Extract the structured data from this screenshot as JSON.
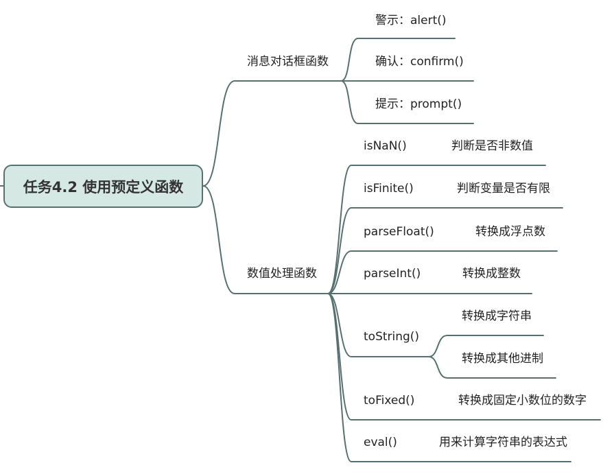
{
  "root": {
    "title": "任务4.2 使用预定义函数"
  },
  "branches": [
    {
      "label": "消息对话框函数",
      "children": [
        {
          "label": "警示：alert()"
        },
        {
          "label": "确认：confirm()"
        },
        {
          "label": "提示：prompt()"
        }
      ]
    },
    {
      "label": "数值处理函数",
      "children": [
        {
          "label": "isNaN()",
          "description": "判断是否非数值"
        },
        {
          "label": "isFinite()",
          "description": "判断变量是否有限"
        },
        {
          "label": "parseFloat()",
          "description": "转换成浮点数"
        },
        {
          "label": "parseInt()",
          "description": "转换成整数"
        },
        {
          "label": "toString()",
          "children": [
            {
              "label": "转换成字符串"
            },
            {
              "label": "转换成其他进制"
            }
          ]
        },
        {
          "label": "toFixed()",
          "description": "转换成固定小数位的数字"
        },
        {
          "label": "eval()",
          "description": "用来计算字符串的表达式"
        }
      ]
    }
  ],
  "colors": {
    "line": "#56706f",
    "root_fill": "#d6e8e3",
    "root_border": "#56706f",
    "root_text": "#333333",
    "text": "#222222"
  }
}
